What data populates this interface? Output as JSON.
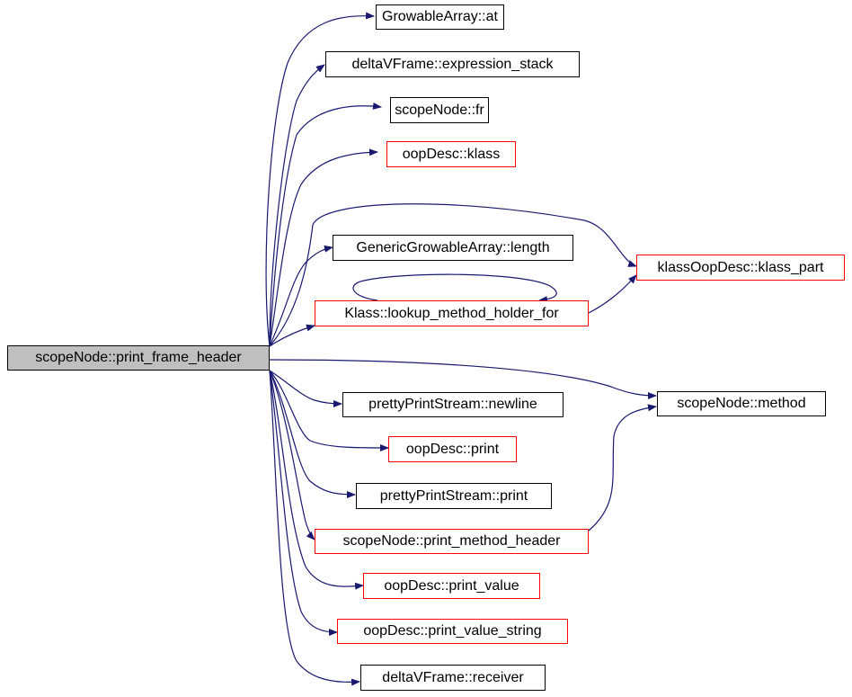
{
  "graph": {
    "edge_color": "#191970",
    "root": {
      "label": "scopeNode::print_frame_header",
      "fill": "#bfbfbf"
    },
    "nodes": {
      "growable_array_at": {
        "label": "GrowableArray::at",
        "border": "#000000"
      },
      "expression_stack": {
        "label": "deltaVFrame::expression_stack",
        "border": "#000000"
      },
      "scopenode_fr": {
        "label": "scopeNode::fr",
        "border": "#000000"
      },
      "oopdesc_klass": {
        "label": "oopDesc::klass",
        "border": "#ff0000"
      },
      "generic_length": {
        "label": "GenericGrowableArray::length",
        "border": "#000000"
      },
      "klass_part": {
        "label": "klassOopDesc::klass_part",
        "border": "#ff0000"
      },
      "lookup_method_holder": {
        "label": "Klass::lookup_method_holder_for",
        "border": "#ff0000"
      },
      "pps_newline": {
        "label": "prettyPrintStream::newline",
        "border": "#000000"
      },
      "scopenode_method": {
        "label": "scopeNode::method",
        "border": "#000000"
      },
      "oopdesc_print": {
        "label": "oopDesc::print",
        "border": "#ff0000"
      },
      "pps_print": {
        "label": "prettyPrintStream::print",
        "border": "#000000"
      },
      "print_method_header": {
        "label": "scopeNode::print_method_header",
        "border": "#ff0000"
      },
      "print_value": {
        "label": "oopDesc::print_value",
        "border": "#ff0000"
      },
      "print_value_string": {
        "label": "oopDesc::print_value_string",
        "border": "#ff0000"
      },
      "receiver": {
        "label": "deltaVFrame::receiver",
        "border": "#000000"
      }
    }
  }
}
